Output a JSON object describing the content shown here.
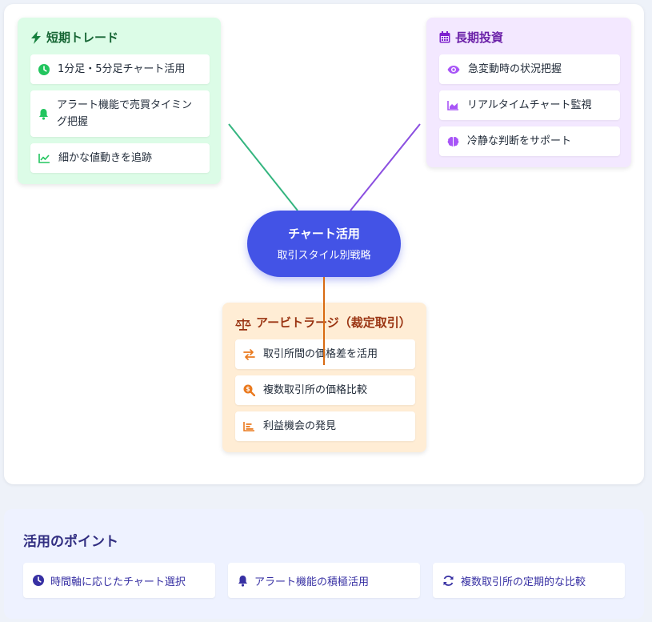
{
  "hub": {
    "title": "チャート活用",
    "subtitle": "取引スタイル別戦略"
  },
  "short_term": {
    "title": "短期トレード",
    "items": [
      {
        "label": "1分足・5分足チャート活用",
        "icon": "clock-icon"
      },
      {
        "label": "アラート機能で売買タイミング把握",
        "icon": "bell-icon"
      },
      {
        "label": "細かな値動きを追跡",
        "icon": "line-chart-icon"
      }
    ]
  },
  "long_term": {
    "title": "長期投資",
    "items": [
      {
        "label": "急変動時の状況把握",
        "icon": "eye-icon"
      },
      {
        "label": "リアルタイムチャート監視",
        "icon": "area-chart-icon"
      },
      {
        "label": "冷静な判断をサポート",
        "icon": "brain-icon"
      }
    ]
  },
  "arbitrage": {
    "title": "アービトラージ（裁定取引）",
    "items": [
      {
        "label": "取引所間の価格差を活用",
        "icon": "exchange-arrows-icon"
      },
      {
        "label": "複数取引所の価格比較",
        "icon": "search-dollar-icon"
      },
      {
        "label": "利益機会の発見",
        "icon": "bar-chart-icon"
      }
    ]
  },
  "points": {
    "title": "活用のポイント",
    "items": [
      {
        "label": "時間軸に応じたチャート選択",
        "icon": "clock-icon"
      },
      {
        "label": "アラート機能の積極活用",
        "icon": "bell-icon"
      },
      {
        "label": "複数取引所の定期的な比較",
        "icon": "sync-icon"
      }
    ]
  },
  "colors": {
    "short_term": "#22c55e",
    "long_term": "#a855f7",
    "arbitrage": "#ea7a1f",
    "hub": "#4353e6"
  }
}
